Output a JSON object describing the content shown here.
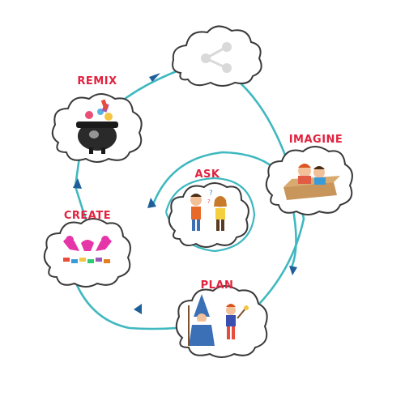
{
  "colors": {
    "path": "#3fb8c0",
    "arrow": "#1e5f9a",
    "label": "#e0233f",
    "cloud_stroke": "#3a3a3a",
    "cloud_fill": "#ffffff"
  },
  "stages": [
    {
      "id": "share",
      "label": "",
      "icon": "share-icon"
    },
    {
      "id": "remix",
      "label": "REMIX",
      "icon": "cauldron-icon"
    },
    {
      "id": "imagine",
      "label": "IMAGINE",
      "icon": "kids-in-box-plane-icon"
    },
    {
      "id": "ask",
      "label": "ASK",
      "icon": "kids-asking-icon"
    },
    {
      "id": "create",
      "label": "CREATE",
      "icon": "kids-building-blocks-icon"
    },
    {
      "id": "plan",
      "label": "PLAN",
      "icon": "wizard-and-child-icon"
    }
  ]
}
